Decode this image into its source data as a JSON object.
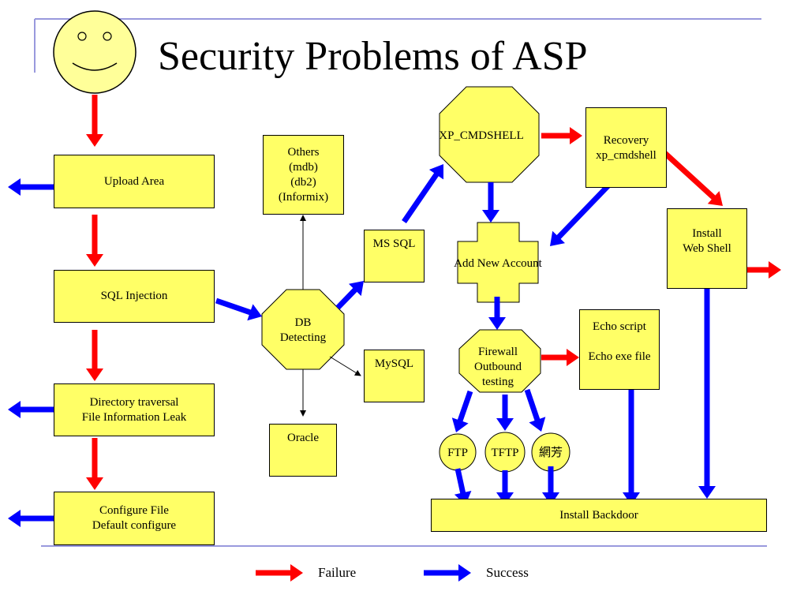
{
  "title": "Security Problems of ASP",
  "colors": {
    "box_fill": "#ffff66",
    "failure_arrow": "#ff0000",
    "success_arrow": "#0000ff",
    "rule": "#9999dd",
    "smiley": "#ffff99"
  },
  "nodes": {
    "upload_area": "Upload Area",
    "sql_injection": "SQL Injection",
    "directory_traversal": "Directory traversal\nFile Information Leak",
    "configure_file": "Configure File\nDefault configure",
    "others": "Others\n(mdb)\n(db2)\n(Informix)",
    "ms_sql": "MS SQL",
    "db_detecting": "DB\nDetecting",
    "mysql": "MySQL",
    "oracle": "Oracle",
    "xp_cmdshell": "XP_CMDSHELL",
    "recovery": "Recovery\nxp_cmdshell",
    "install_web_shell": "Install\nWeb Shell",
    "add_new_account": "Add New Account",
    "firewall": "Firewall\nOutbound\ntesting",
    "echo": "Echo script\n\nEcho exe file",
    "ftp": "FTP",
    "tftp": "TFTP",
    "netbios": "網芳",
    "install_backdoor": "Install Backdoor"
  },
  "legend": {
    "failure": "Failure",
    "success": "Success"
  }
}
